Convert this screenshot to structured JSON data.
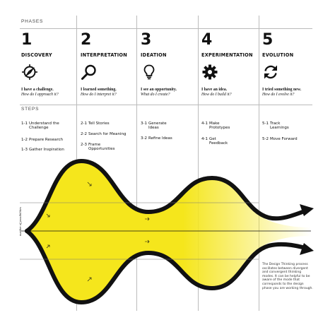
{
  "phases_label": "PHASES",
  "steps_label": "STEPS",
  "phases": [
    {
      "num": "1",
      "name": "DISCOVERY",
      "icon": "compass-icon",
      "statement": "I have a challenge.",
      "question": "How do I approach it?",
      "steps": [
        {
          "num": "1-1",
          "text": "Understand the Challenge"
        },
        {
          "num": "1-2",
          "text": "Prepare Research"
        },
        {
          "num": "1-3",
          "text": "Gather Inspiration"
        }
      ]
    },
    {
      "num": "2",
      "name": "INTERPRETATION",
      "icon": "magnifier-icon",
      "statement": "I learned something.",
      "question": "How do I interpret it?",
      "steps": [
        {
          "num": "2-1",
          "text": "Tell Stories"
        },
        {
          "num": "2-2",
          "text": "Search for Meaning"
        },
        {
          "num": "2-3",
          "text": "Frame Opportunities"
        }
      ]
    },
    {
      "num": "3",
      "name": "IDEATION",
      "icon": "lightbulb-icon",
      "statement": "I see an opportunity.",
      "question": "What do I create?",
      "steps": [
        {
          "num": "3-1",
          "text": "Generate Ideas"
        },
        {
          "num": "3-2",
          "text": "Refine Ideas"
        }
      ]
    },
    {
      "num": "4",
      "name": "EXPERIMENTATION",
      "icon": "gear-icon",
      "statement": "I have an idea.",
      "question": "How do I build it?",
      "steps": [
        {
          "num": "4-1",
          "text": "Make Prototypes"
        },
        {
          "num": "4-1",
          "text": "Get Feedback"
        }
      ]
    },
    {
      "num": "5",
      "name": "EVOLUTION",
      "icon": "refresh-icon",
      "statement": "I tried something new.",
      "question": "How do I evolve it?",
      "steps": [
        {
          "num": "5-1",
          "text": "Track Learnings"
        },
        {
          "num": "5-2",
          "text": "Move Forward"
        }
      ]
    }
  ],
  "diagram": {
    "axis_label": "number of possibilities",
    "fill_color": "#f5e61c",
    "stroke_color": "#111111",
    "note": "The Design Thinking process oscillates between divergent and convergent thinking modes. It can be helpful to be aware of the mode that corresponds to the design phase you are working through."
  }
}
